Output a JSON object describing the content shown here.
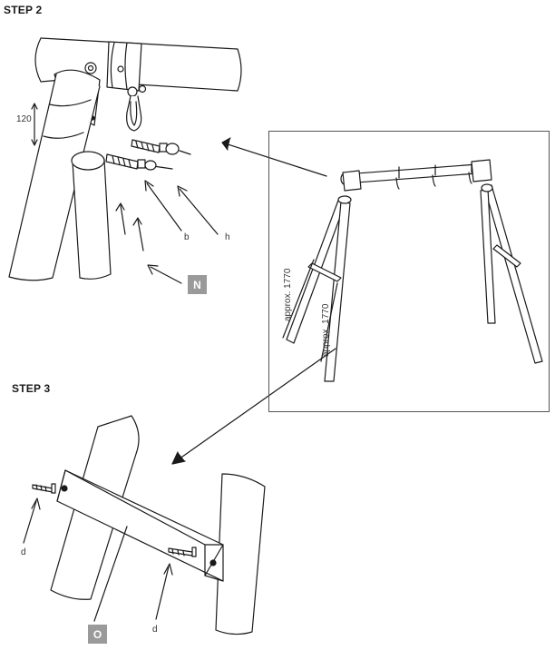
{
  "step2": {
    "title": "STEP 2",
    "dimension": "120",
    "label_b": "b",
    "label_h": "h",
    "part_badge": "N"
  },
  "inset": {
    "dim_1": "approx. 1770",
    "dim_2": "approx. 1770"
  },
  "step3": {
    "title": "STEP 3",
    "label_d_left": "d",
    "label_d_bottom": "d",
    "part_badge": "O"
  },
  "colors": {
    "line": "#1a1a1a",
    "badge": "#9a9a9a",
    "frame": "#555555"
  }
}
